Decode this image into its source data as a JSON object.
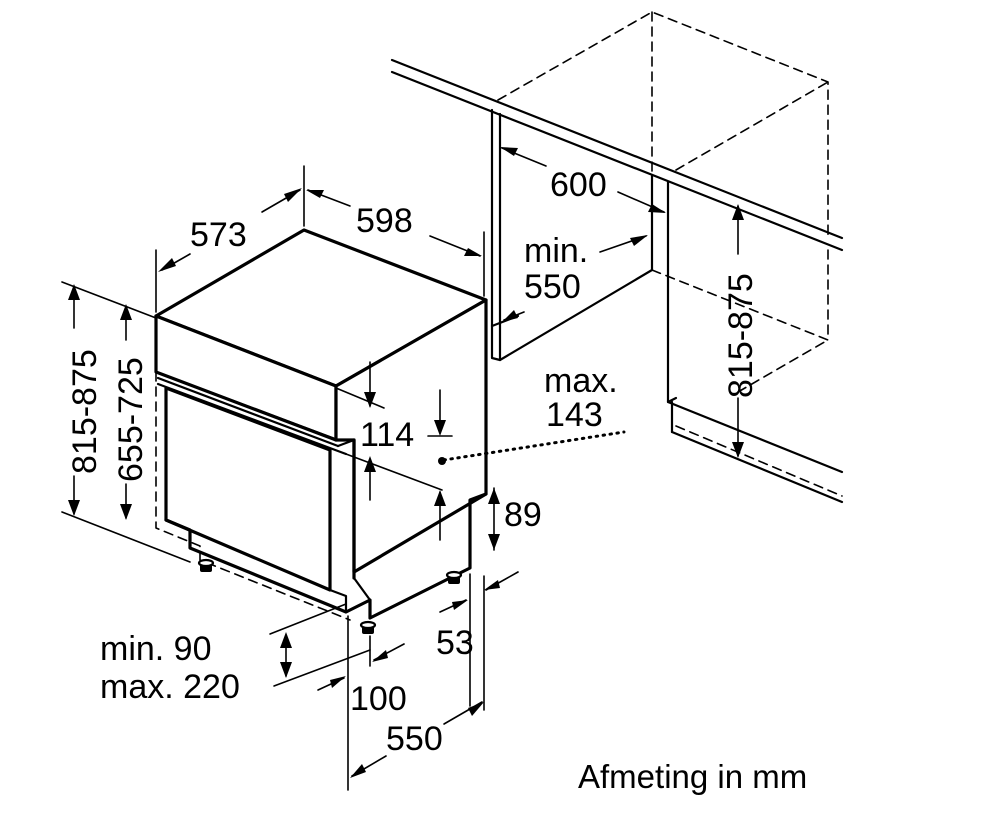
{
  "dimensions": {
    "depth_573": "573",
    "width_598": "598",
    "niche_width_600": "600",
    "niche_depth_min_line1": "min.",
    "niche_depth_min_line2": "550",
    "niche_height": "815-875",
    "overall_height": "815-875",
    "appliance_height": "655-725",
    "panel_height": "114",
    "panel_max_line1": "max.",
    "panel_max_line2": "143",
    "plinth_89": "89",
    "plinth_depth_min": "min. 90",
    "plinth_depth_max": "max. 220",
    "foot_setback_100": "100",
    "foot_53": "53",
    "depth_550": "550"
  },
  "caption": "Afmeting in mm"
}
